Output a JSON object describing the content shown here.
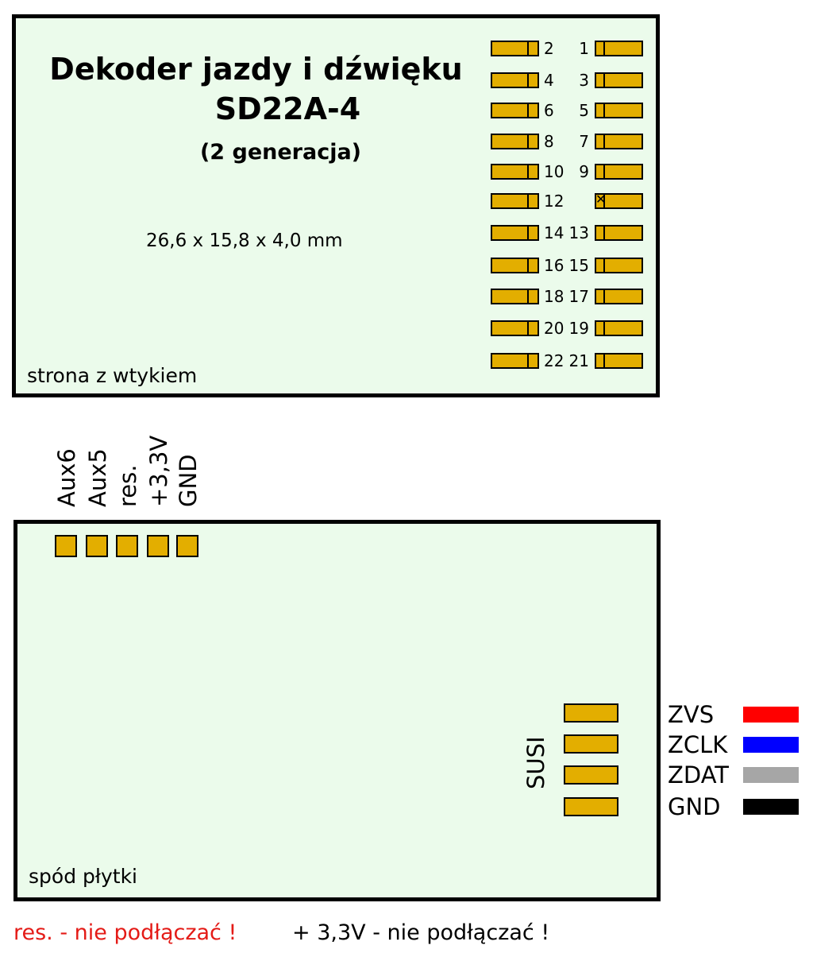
{
  "top_board": {
    "title_line1": "Dekoder jazdy i dźwięku",
    "title_line2": "SD22A-4",
    "subtitle": "(2 generacja)",
    "dimensions": "26,6 x 15,8 x 4,0 mm",
    "side_label": "strona z wtykiem",
    "pins": [
      {
        "left": "2",
        "right": "1",
        "right_nc": false
      },
      {
        "left": "4",
        "right": "3",
        "right_nc": false
      },
      {
        "left": "6",
        "right": "5",
        "right_nc": false
      },
      {
        "left": "8",
        "right": "7",
        "right_nc": false
      },
      {
        "left": "10",
        "right": "9",
        "right_nc": false
      },
      {
        "left": "12",
        "right": "",
        "right_nc": true
      },
      {
        "left": "14",
        "right": "13",
        "right_nc": false
      },
      {
        "left": "16",
        "right": "15",
        "right_nc": false
      },
      {
        "left": "18",
        "right": "17",
        "right_nc": false
      },
      {
        "left": "20",
        "right": "19",
        "right_nc": false
      },
      {
        "left": "22",
        "right": "21",
        "right_nc": false
      }
    ]
  },
  "bottom_board": {
    "side_label": "spód płytki",
    "aux_pads": [
      "Aux6",
      "Aux5",
      "res.",
      "+3,3V",
      "GND"
    ],
    "susi_label": "SUSI",
    "susi_wires": [
      {
        "name": "ZVS",
        "color": "#ff0000"
      },
      {
        "name": "ZCLK",
        "color": "#0000ff"
      },
      {
        "name": "ZDAT",
        "color": "#a6a6a6"
      },
      {
        "name": "GND",
        "color": "#000000"
      }
    ]
  },
  "notes": {
    "res_warning": "res. - nie podłączać !",
    "v33_warning": "+ 3,3V - nie podłączać !",
    "res_color": "#e41b17"
  },
  "colors": {
    "board": "#ebfbeb",
    "pad": "#e3ae00"
  }
}
